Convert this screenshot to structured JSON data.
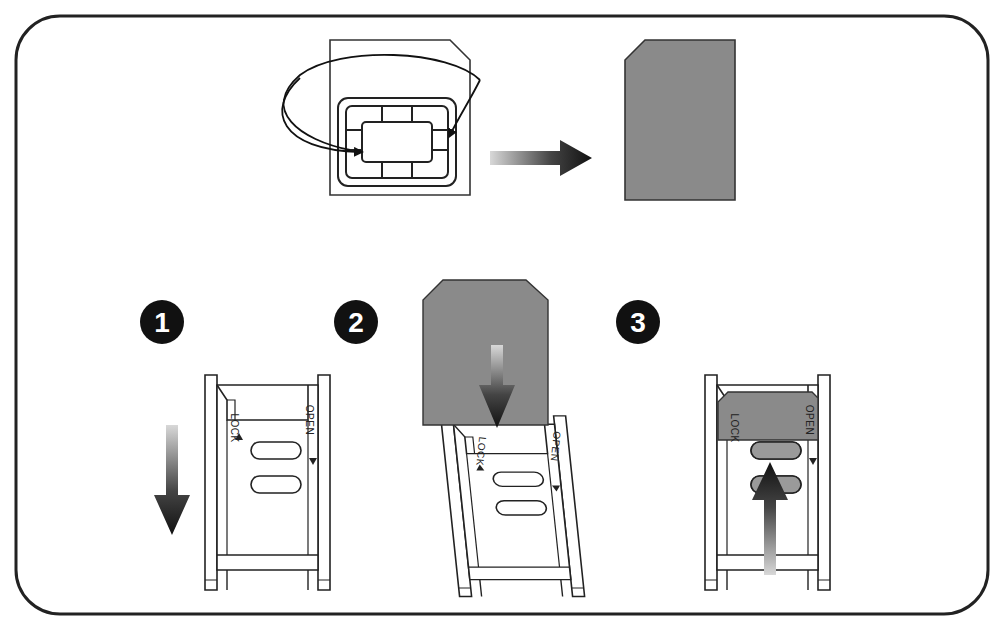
{
  "diagram": {
    "labels": [
      "1",
      "2",
      "3",
      "LOCK",
      "OPEN",
      "LOCK",
      "OPEN",
      "LOCK",
      "OPEN"
    ]
  }
}
